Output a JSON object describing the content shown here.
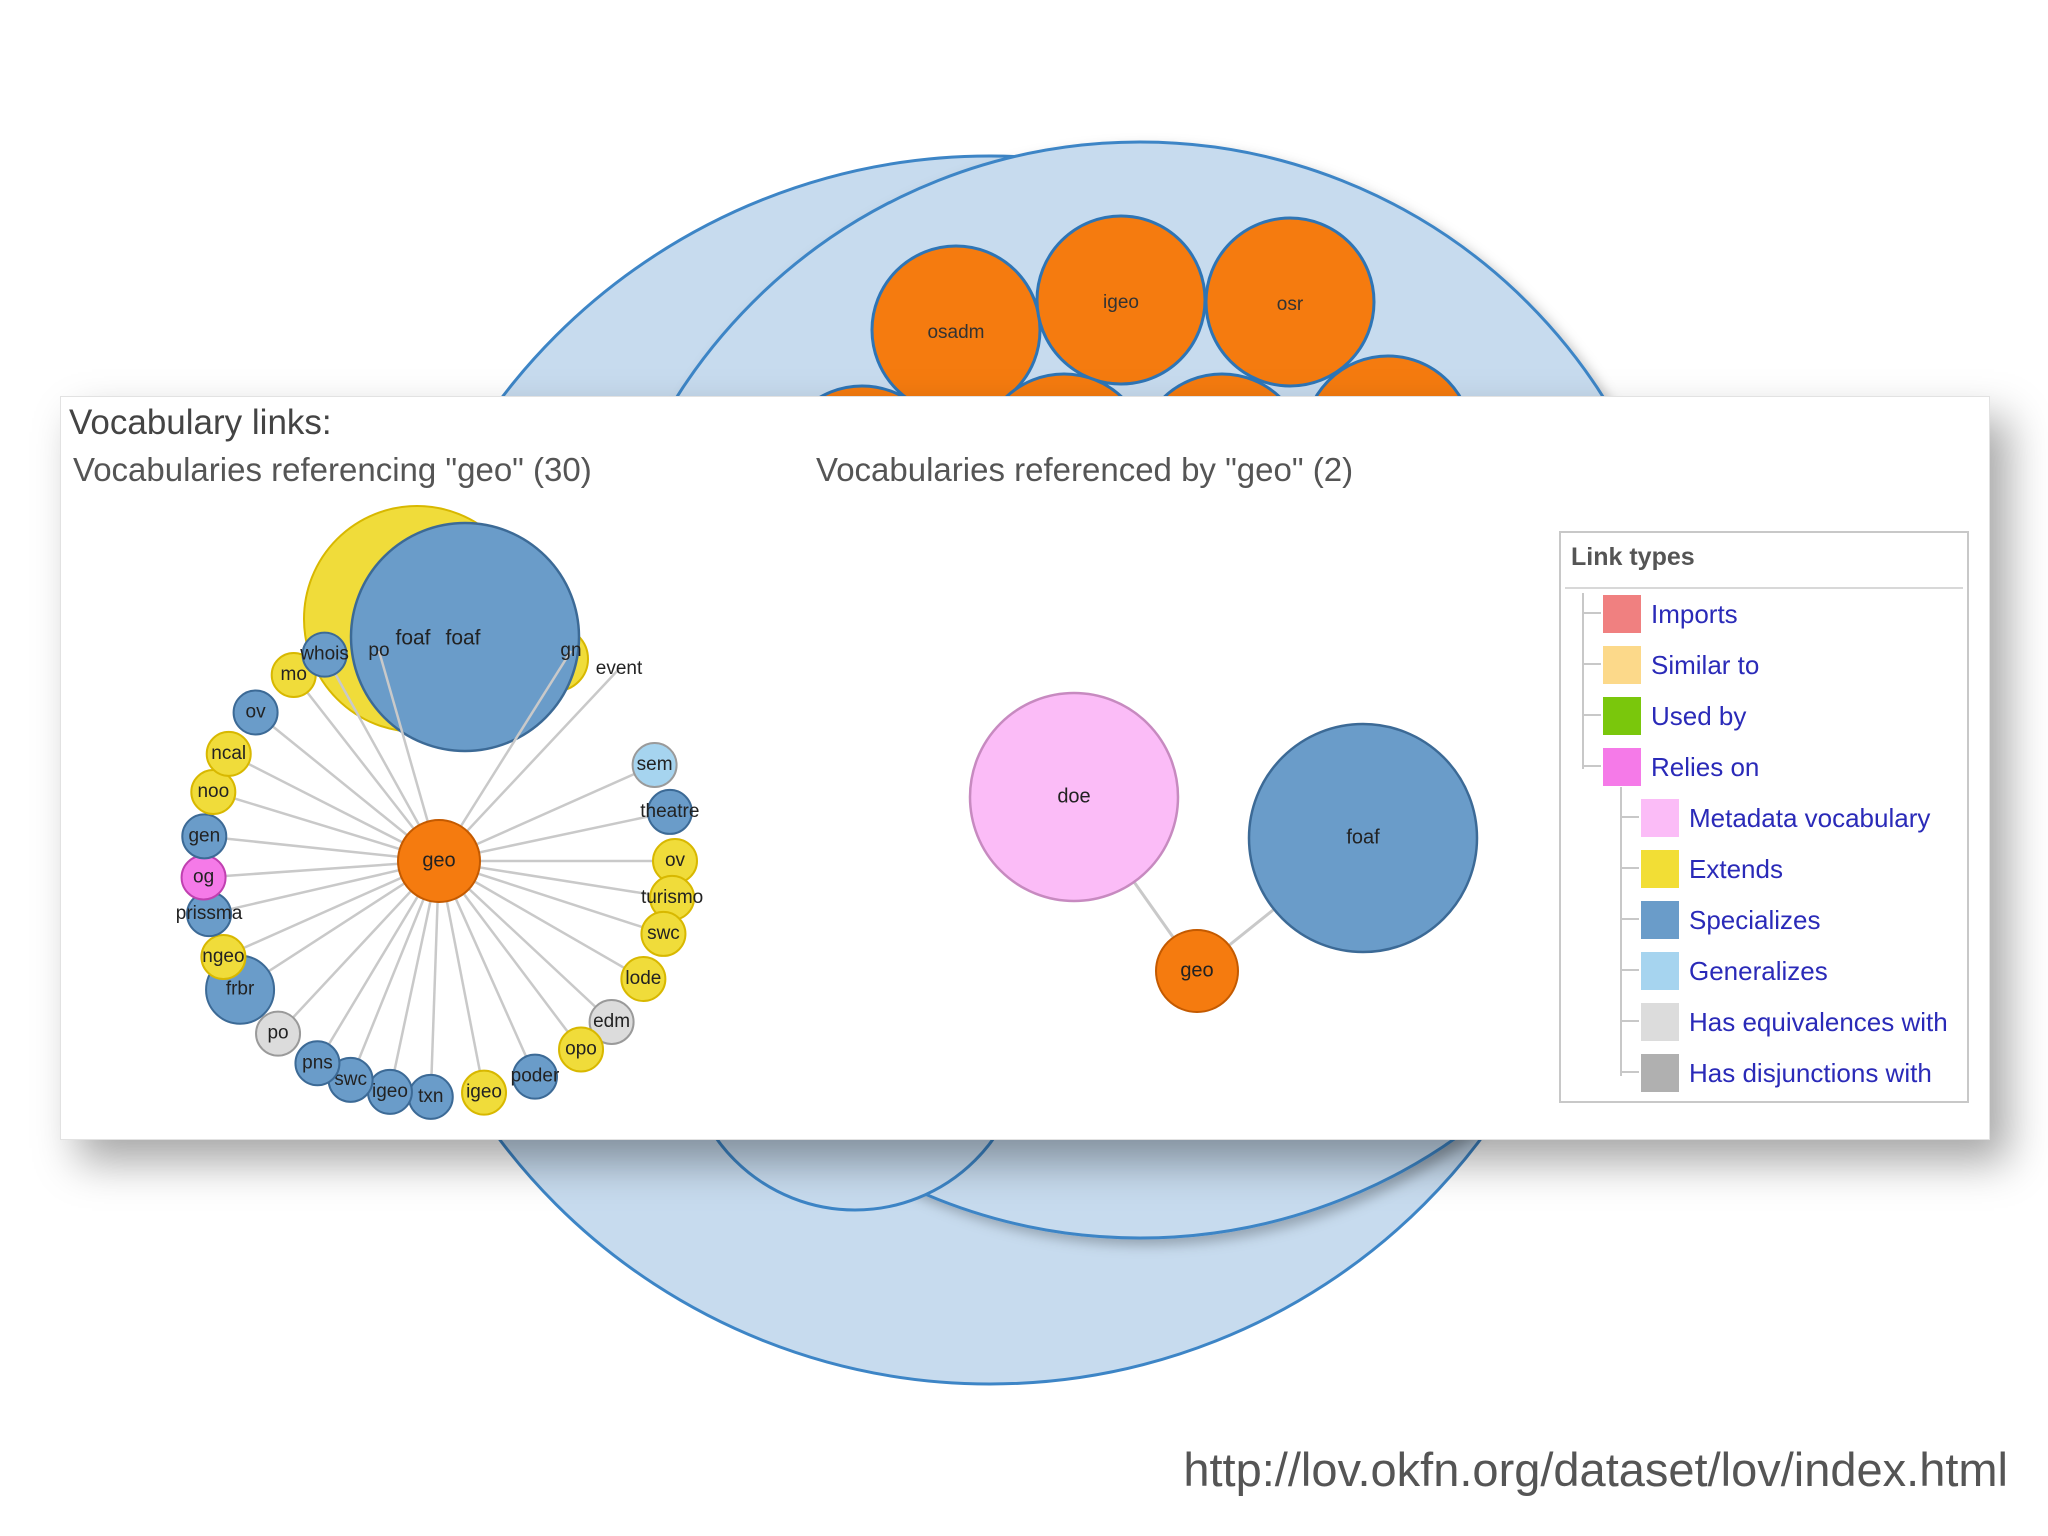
{
  "panel_title": "Vocabulary links:",
  "left": {
    "heading": "Vocabularies referencing \"geo\" (30)",
    "center": {
      "label": "geo",
      "type": "center"
    },
    "big_nodes": [
      {
        "label": "foaf",
        "type": "extends"
      },
      {
        "label": "foaf",
        "type": "specializes"
      }
    ],
    "ring": [
      {
        "label": "po",
        "type": "specializes"
      },
      {
        "label": "gn",
        "type": "specializes"
      },
      {
        "label": "event",
        "type": "extends"
      },
      {
        "label": "sem",
        "type": "generalizes"
      },
      {
        "label": "theatre",
        "type": "specializes"
      },
      {
        "label": "ov",
        "type": "extends"
      },
      {
        "label": "turismo",
        "type": "extends"
      },
      {
        "label": "swc",
        "type": "extends"
      },
      {
        "label": "lode",
        "type": "extends"
      },
      {
        "label": "edm",
        "type": "equivalence"
      },
      {
        "label": "opo",
        "type": "extends"
      },
      {
        "label": "poder",
        "type": "specializes"
      },
      {
        "label": "igeo",
        "type": "extends"
      },
      {
        "label": "txn",
        "type": "specializes"
      },
      {
        "label": "igeo",
        "type": "specializes"
      },
      {
        "label": "swc",
        "type": "specializes"
      },
      {
        "label": "pns",
        "type": "specializes"
      },
      {
        "label": "po",
        "type": "equivalence"
      },
      {
        "label": "frbr",
        "type": "specializes"
      },
      {
        "label": "ngeo",
        "type": "extends"
      },
      {
        "label": "prissma",
        "type": "specializes"
      },
      {
        "label": "og",
        "type": "relies"
      },
      {
        "label": "gen",
        "type": "specializes"
      },
      {
        "label": "noo",
        "type": "extends"
      },
      {
        "label": "ncal",
        "type": "extends"
      },
      {
        "label": "ov",
        "type": "specializes"
      },
      {
        "label": "mo",
        "type": "extends"
      },
      {
        "label": "whois",
        "type": "specializes"
      }
    ]
  },
  "right": {
    "heading": "Vocabularies referenced by \"geo\" (2)",
    "center": {
      "label": "geo",
      "type": "center"
    },
    "nodes": [
      {
        "label": "doe",
        "type": "metadata"
      },
      {
        "label": "foaf",
        "type": "specializes"
      }
    ]
  },
  "background_nodes": [
    "osadm",
    "igeo",
    "osr"
  ],
  "legend": {
    "title": "Link types",
    "items": [
      {
        "label": "Imports",
        "color": "#f08080"
      },
      {
        "label": "Similar to",
        "color": "#fcd98a"
      },
      {
        "label": "Used by",
        "color": "#7ac70c"
      },
      {
        "label": "Relies on",
        "color": "#f57ae8"
      },
      {
        "label": "Metadata vocabulary",
        "color": "#fbbcf7"
      },
      {
        "label": "Extends",
        "color": "#f2de35"
      },
      {
        "label": "Specializes",
        "color": "#6a9cc9"
      },
      {
        "label": "Generalizes",
        "color": "#a6d4ef"
      },
      {
        "label": "Has equivalences with",
        "color": "#dcdcdc"
      },
      {
        "label": "Has disjunctions with",
        "color": "#b0b0b0"
      }
    ]
  },
  "colors": {
    "center": "#f57b0f",
    "extends": "#f0dc3a",
    "specializes": "#6a9cc9",
    "generalizes": "#a6d4ef",
    "equivalence": "#dcdcdc",
    "relies": "#f57ae8",
    "metadata": "#fbbcf7"
  },
  "footer_url": "http://lov.okfn.org/dataset/lov/index.html"
}
